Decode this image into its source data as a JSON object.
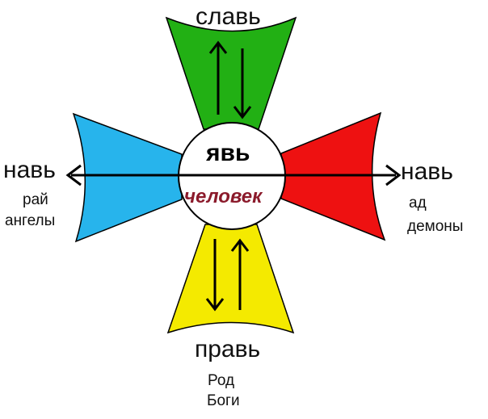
{
  "top": {
    "title": "славь",
    "color": "#22b014"
  },
  "bottom": {
    "title": "правь",
    "sub": [
      "Род",
      "Боги"
    ],
    "color": "#f4ea00"
  },
  "left": {
    "title": "навь",
    "sub": [
      "рай",
      "ангелы"
    ],
    "color": "#27b4ec"
  },
  "right": {
    "title": "навь",
    "sub": [
      "ад",
      "демоны"
    ],
    "color": "#ee1111"
  },
  "center": {
    "title": "явь",
    "sub": "человек"
  }
}
